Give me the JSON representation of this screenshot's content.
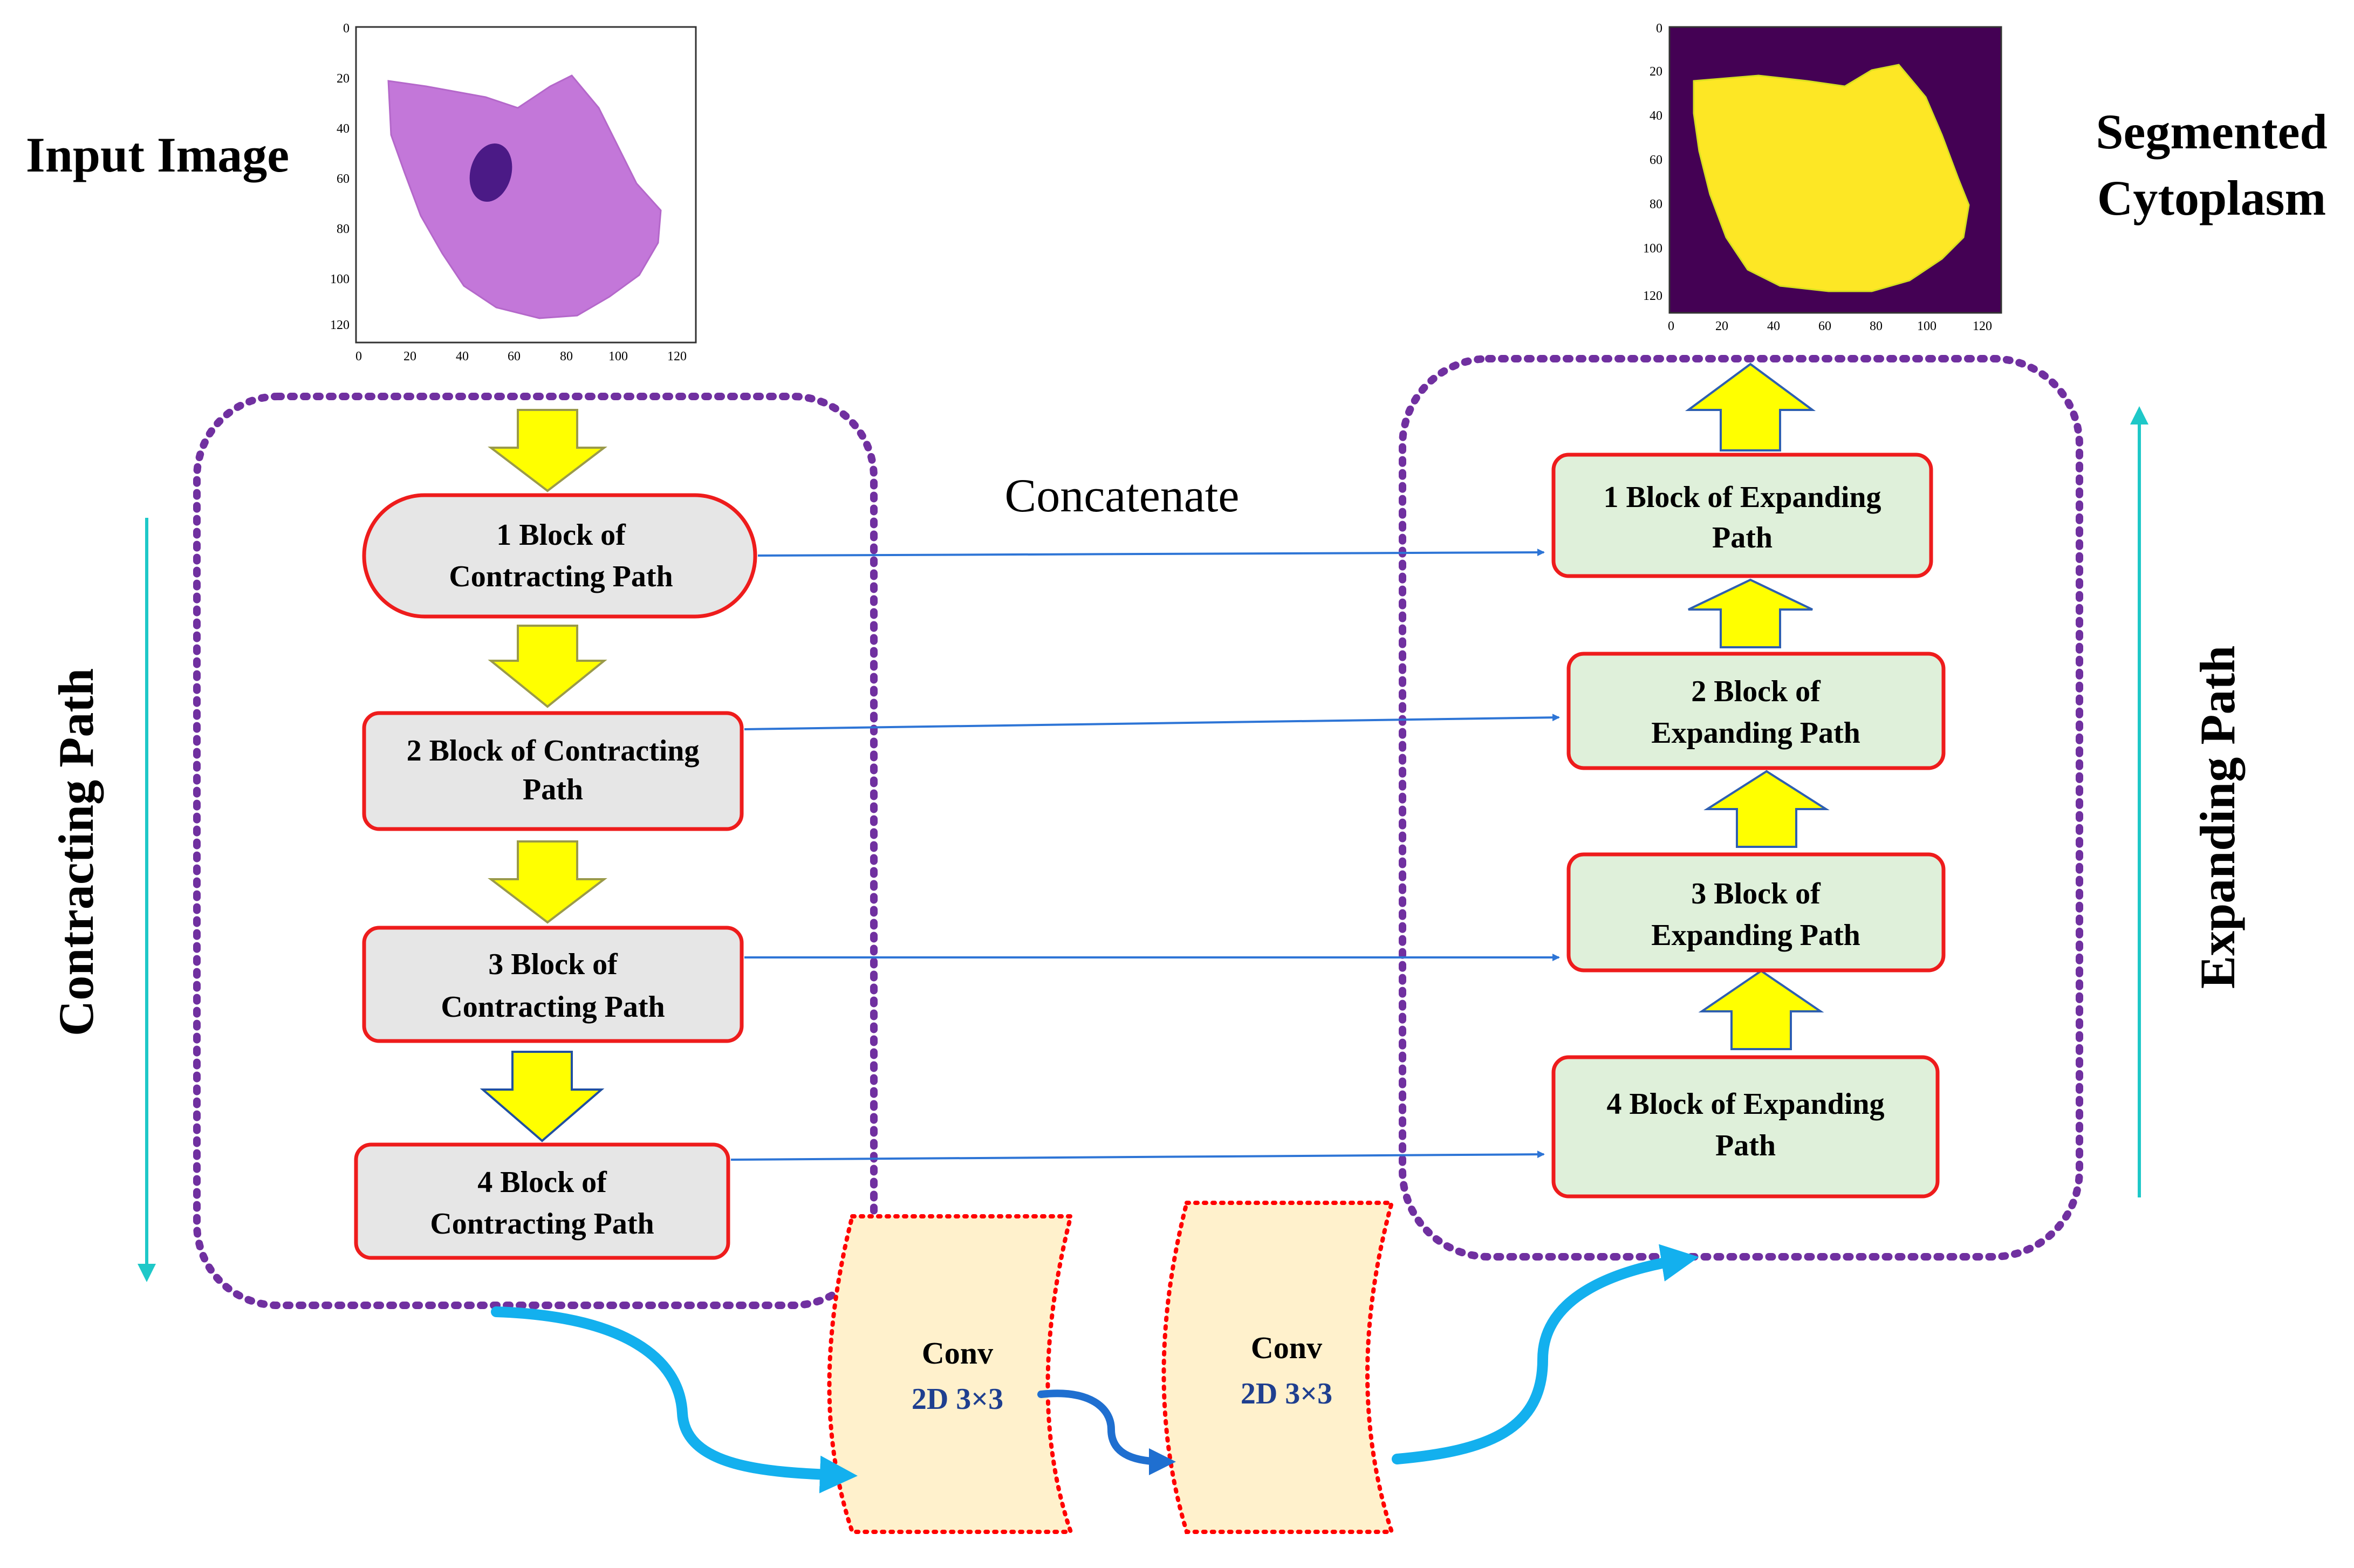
{
  "labels": {
    "input_image": "Input Image",
    "segmented_line1": "Segmented",
    "segmented_line2": "Cytoplasm",
    "concatenate": "Concatenate",
    "contracting_path": "Contracting Path",
    "expanding_path": "Expanding Path"
  },
  "contracting_blocks": [
    {
      "line1": "1 Block of",
      "line2": "Contracting Path"
    },
    {
      "line1": "2 Block of Contracting",
      "line2": "Path"
    },
    {
      "line1": "3 Block of",
      "line2": "Contracting Path"
    },
    {
      "line1": "4 Block of",
      "line2": "Contracting Path"
    }
  ],
  "expanding_blocks": [
    {
      "line1": "1 Block of Expanding",
      "line2": "Path"
    },
    {
      "line1": "2 Block of",
      "line2": "Expanding Path"
    },
    {
      "line1": "3 Block of",
      "line2": "Expanding Path"
    },
    {
      "line1": "4 Block of Expanding",
      "line2": "Path"
    }
  ],
  "conv_blocks": [
    {
      "line1": "Conv",
      "line2": "2D 3×3"
    },
    {
      "line1": "Conv",
      "line2": "2D 3×3"
    }
  ],
  "plot_axes": {
    "input_y_ticks": [
      "0",
      "20",
      "40",
      "60",
      "80",
      "100",
      "120"
    ],
    "input_x_ticks": [
      "0",
      "20",
      "40",
      "60",
      "80",
      "100",
      "120"
    ],
    "output_y_ticks": [
      "0",
      "20",
      "40",
      "60",
      "80",
      "100",
      "120"
    ],
    "output_x_ticks": [
      "0",
      "20",
      "40",
      "60",
      "80",
      "100",
      "120"
    ]
  },
  "colors": {
    "block_border": "#ee1c1c",
    "contracting_fill": "#e6e6e6",
    "expanding_fill": "#dff0da",
    "dotted_container": "#7030a0",
    "arrow_yellow": "#ffff00",
    "connector_blue": "#2e75d6",
    "curve_cyan": "#13b0ee",
    "path_arrow_teal": "#1ec8c8",
    "conv_fill": "#fff1cc",
    "conv_border": "#ff0000",
    "conv_text_blue": "#1f3f8f",
    "cell_purple": "#c070d8",
    "nucleus": "#4b1a86",
    "mask_bg": "#440154",
    "mask_fg": "#fde725"
  }
}
